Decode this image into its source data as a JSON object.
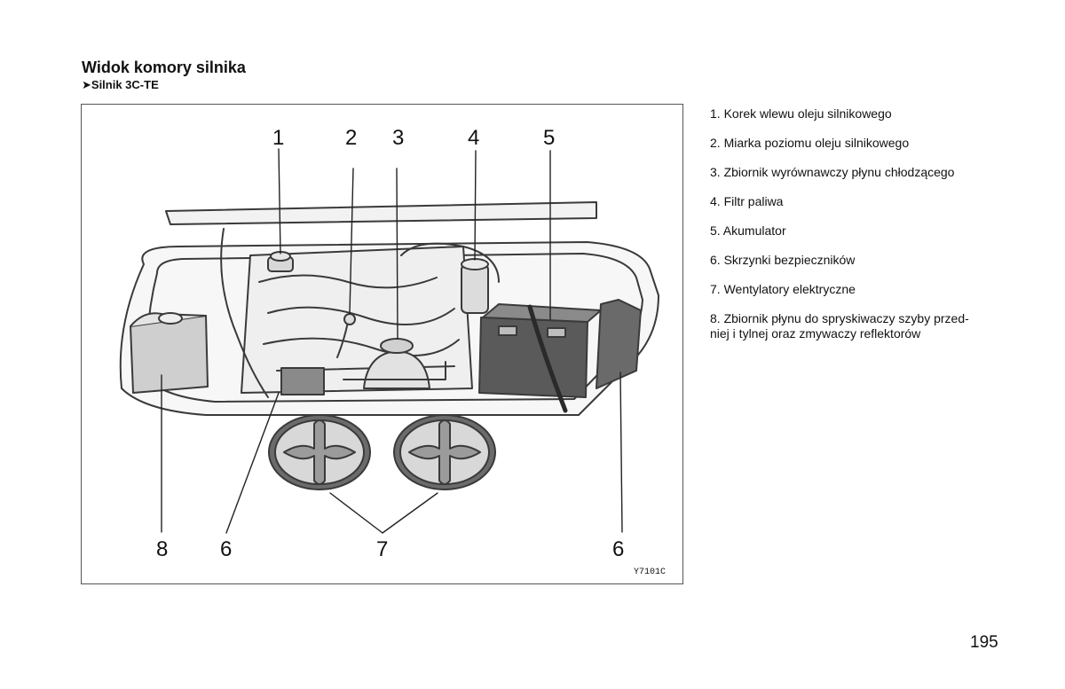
{
  "header": {
    "title": "Widok komory silnika",
    "subtitle": "➤Silnik 3C-TE"
  },
  "figure": {
    "callouts_top": [
      "1",
      "2",
      "3",
      "4",
      "5"
    ],
    "callouts_bottom": [
      "8",
      "6",
      "7",
      "6"
    ],
    "code": "Y7101C"
  },
  "legend": [
    "1. Korek wlewu oleju silnikowego",
    "2. Miarka poziomu oleju silnikowego",
    "3. Zbiornik wyrównawczy płynu chłodzącego",
    "4. Filtr paliwa",
    "5. Akumulator",
    "6. Skrzynki bezpieczników",
    "7. Wentylatory elektryczne",
    "8. Zbiornik płynu do spryskiwaczy szyby przed-\nniej i tylnej oraz zmywaczy reflektorów"
  ],
  "page_number": "195"
}
